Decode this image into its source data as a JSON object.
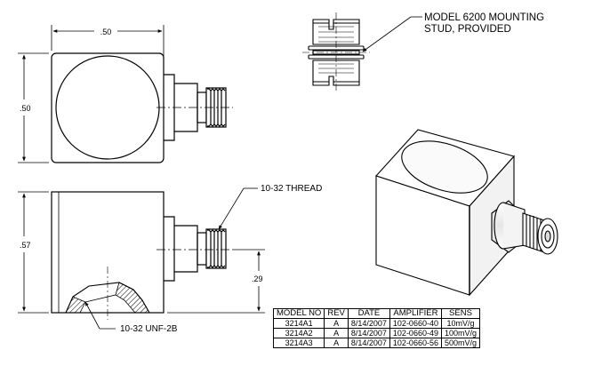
{
  "dimensions": {
    "top_width": ".50",
    "top_height": ".50",
    "side_height": ".57",
    "thread_offset": ".29"
  },
  "callouts": {
    "stud_line1": "MODEL 6200 MOUNTING",
    "stud_line2": "STUD, PROVIDED",
    "thread": "10-32 THREAD",
    "base_thread": "10-32 UNF-2B"
  },
  "table": {
    "headers": [
      "MODEL NO",
      "REV",
      "DATE",
      "AMPLIFIER",
      "SENS"
    ],
    "rows": [
      [
        "3214A1",
        "A",
        "8/14/2007",
        "102-0660-40",
        "10mV/g"
      ],
      [
        "3214A2",
        "A",
        "8/14/2007",
        "102-0660-49",
        "100mV/g"
      ],
      [
        "3214A3",
        "A",
        "8/14/2007",
        "102-0660-56",
        "500mV/g"
      ]
    ]
  }
}
